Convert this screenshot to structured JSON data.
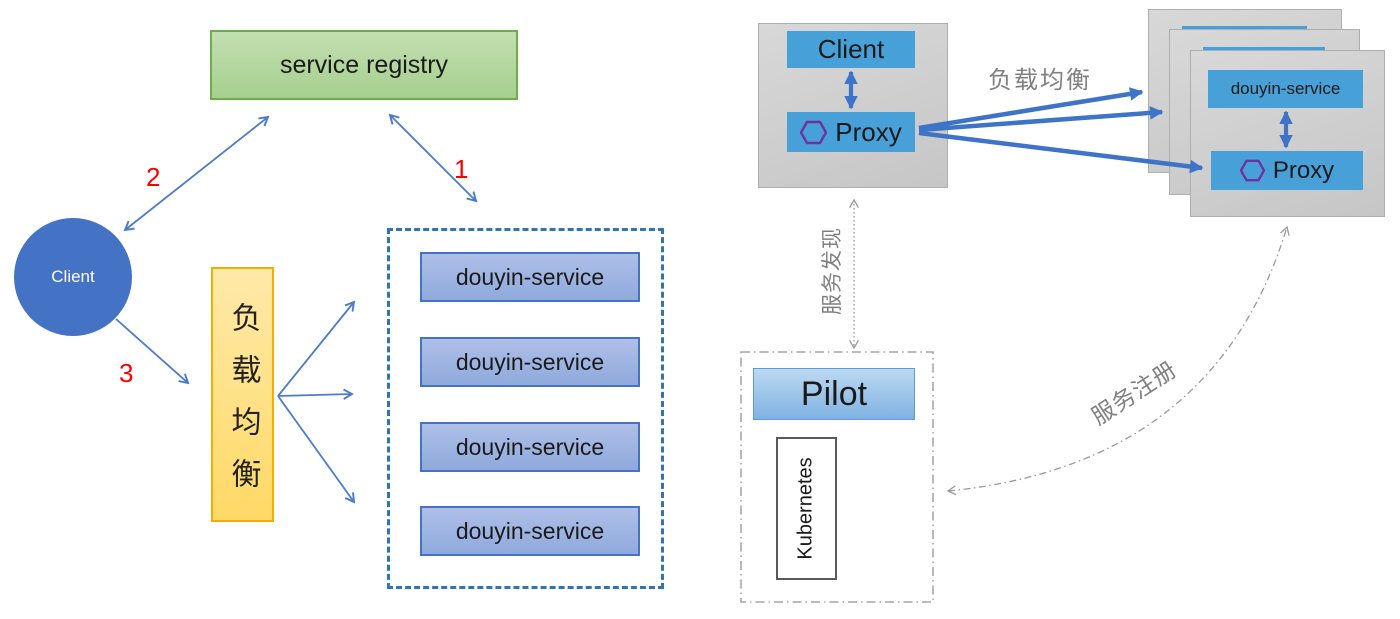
{
  "left_panel": {
    "registry_label": "service registry",
    "client_label": "Client",
    "load_balancer_label": "负载均衡",
    "service_labels": [
      "douyin-service",
      "douyin-service",
      "douyin-service",
      "douyin-service"
    ],
    "steps": {
      "s1": "1",
      "s2": "2",
      "s3": "3"
    }
  },
  "right_panel": {
    "client_label": "Client",
    "client_proxy_label": "Proxy",
    "lb_arrow_label": "负载均衡",
    "discovery_label": "服务发现",
    "registration_label": "服务注册",
    "stack_service_label": "douyin-service",
    "stack_proxy_label": "Proxy",
    "pilot_label": "Pilot",
    "kubernetes_label": "Kubernetes"
  },
  "icons": {
    "client_proxy_icon": "hexagon-icon",
    "stack_proxy_icon": "hexagon-icon"
  },
  "colors": {
    "arrow_thin_blue": "#4a7cc9",
    "arrow_thick_blue": "#3e74c7",
    "dashed_border_blue": "#2e75b6",
    "registry_green_fill": "#a5cf8e",
    "registry_green_border": "#70ad47",
    "client_circle_blue": "#4472c4",
    "load_balancer_fill": "#ffd966",
    "load_balancer_border": "#edb007",
    "service_box_fill": "#8faadc",
    "service_box_border": "#4472c4",
    "sky_blue_box": "#47a0d8",
    "hexagon_purple": "#7030a0",
    "pilot_fill": "#7fb2e2",
    "gray_container": "#cfcfcf",
    "label_gray": "#808080",
    "step_red": "#ff0000"
  }
}
